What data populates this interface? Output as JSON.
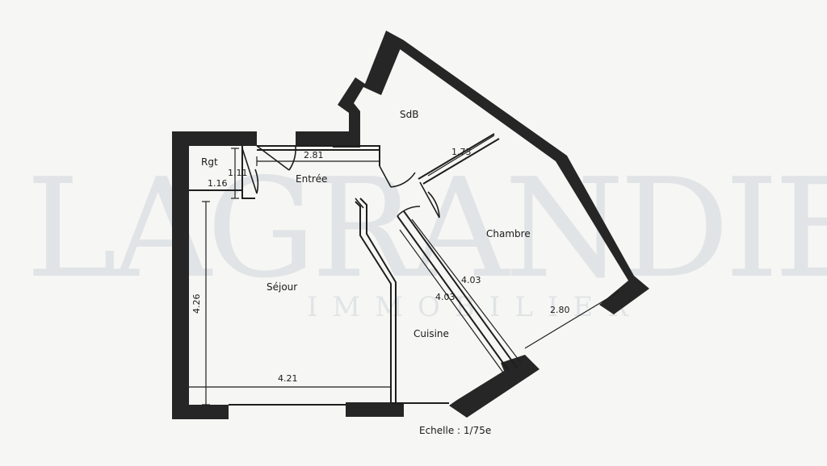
{
  "watermark": {
    "brand": "LAGRANDIERE",
    "subtitle": "IMMOBILIER"
  },
  "rooms": {
    "sdb": "SdB",
    "rgt": "Rgt",
    "entree": "Entrée",
    "sejour": "Séjour",
    "cuisine": "Cuisine",
    "chambre": "Chambre"
  },
  "dimensions": {
    "entree_width": "2.81",
    "rgt_height": "1.11",
    "rgt_width": "1.16",
    "sdb_width": "1.73",
    "sejour_height": "4.26",
    "sejour_width": "4.21",
    "chambre_length": "4.03",
    "cuisine_length": "4.03",
    "chambre_width": "2.80"
  },
  "scale_label": "Echelle : 1/75e"
}
